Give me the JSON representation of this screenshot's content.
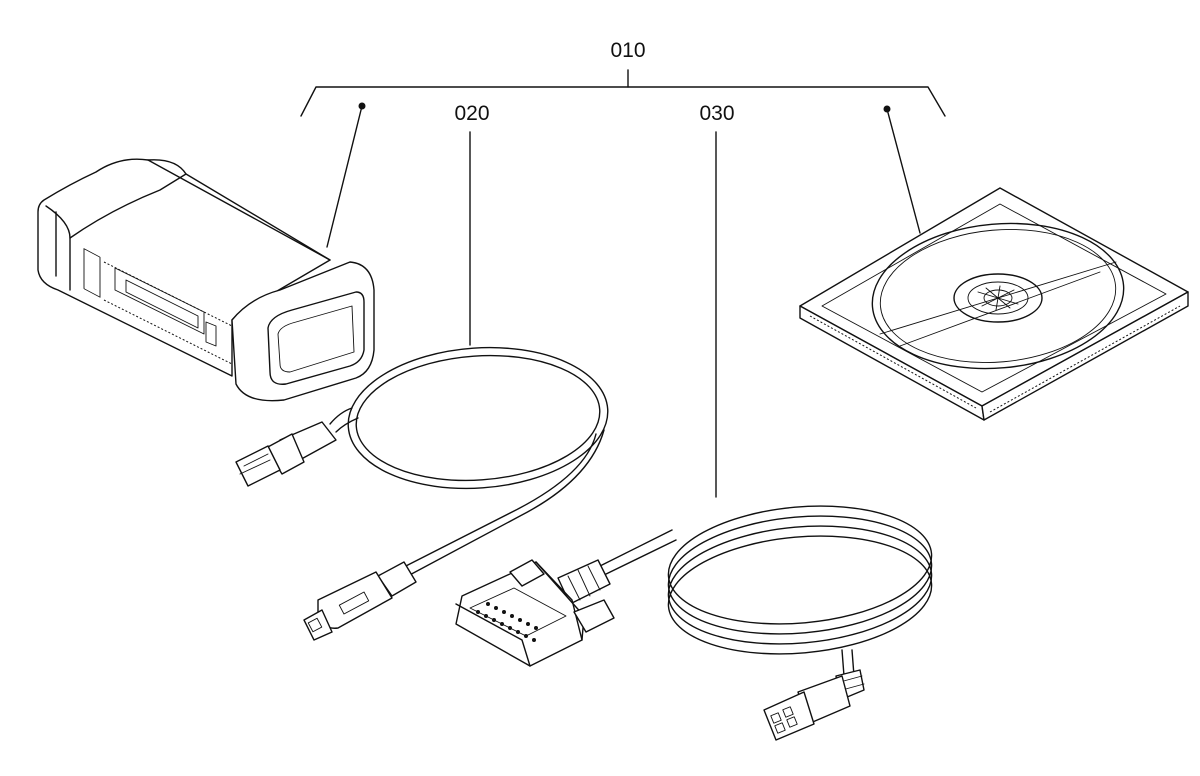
{
  "labels": {
    "kit": "010",
    "usb_cable": "020",
    "serial_cable": "030"
  }
}
